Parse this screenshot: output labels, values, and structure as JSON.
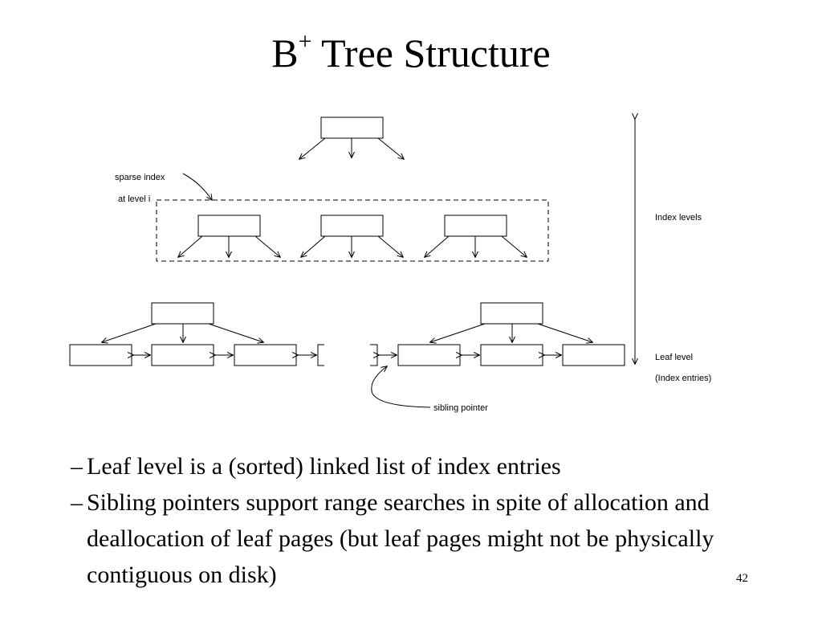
{
  "title": {
    "base": "B",
    "superscript": "+",
    "rest": " Tree Structure"
  },
  "diagram": {
    "labels": {
      "sparse_index_line1": "sparse index",
      "sparse_index_line2": "at level i",
      "index_levels": "Index levels",
      "leaf_level": "Leaf level",
      "index_entries": "(Index entries)",
      "sibling_pointer": "sibling pointer"
    },
    "nodes": {
      "root_count": 1,
      "level_i_count": 3,
      "leaf_parent_count": 2,
      "leaf_count": 7
    }
  },
  "bullets": [
    {
      "dash": "–",
      "text": "Leaf level is a (sorted) linked list of index entries"
    },
    {
      "dash": "–",
      "text": "Sibling pointers support range searches in spite of allocation and deallocation of leaf pages (but leaf pages might not be physically contiguous on disk)"
    }
  ],
  "page_number": "42"
}
